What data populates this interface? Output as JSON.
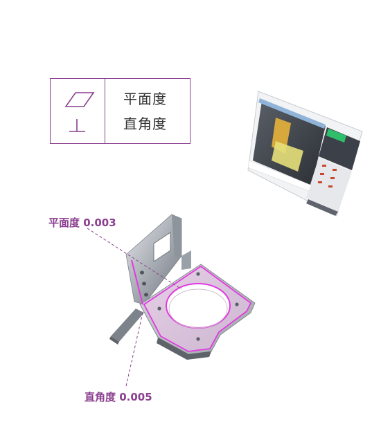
{
  "legend": {
    "items": [
      {
        "icon": "flatness-icon",
        "label": "平面度"
      },
      {
        "icon": "perpendicularity-icon",
        "label": "直角度"
      }
    ]
  },
  "callouts": {
    "flatness": "平面度 0.003",
    "perpendicularity": "直角度 0.005"
  },
  "colors": {
    "accent": "#8b3f8f",
    "highlight": "#e23ae0",
    "metal": "#b8bcc2"
  }
}
